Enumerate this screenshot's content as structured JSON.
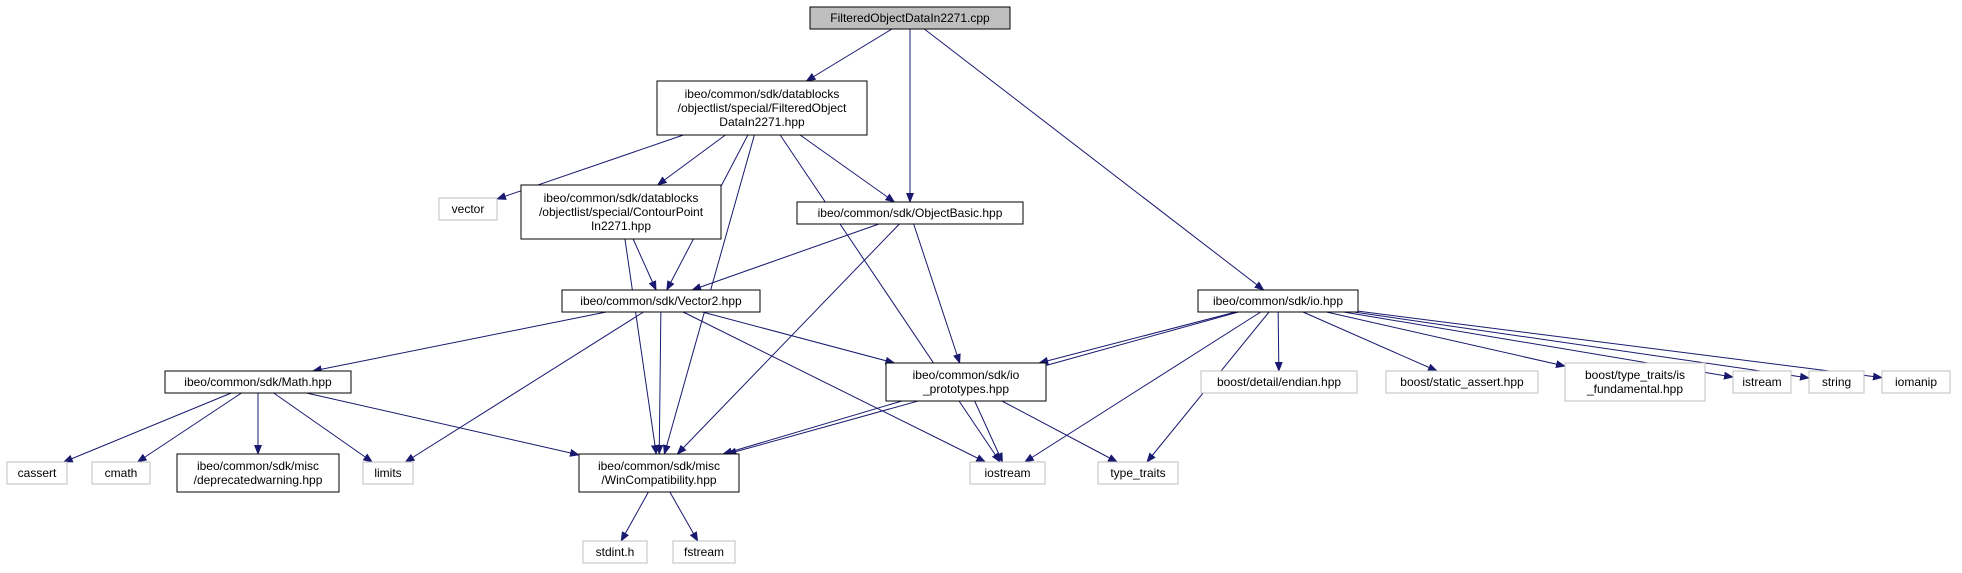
{
  "title": "FilteredObjectDataIn2271.cpp",
  "colors": {
    "edge": "#191970",
    "root_fill": "#bfbfbf",
    "local_border": "#000000",
    "system_border": "#bfbfbf"
  },
  "nodes": [
    {
      "id": "n0",
      "kind": "root",
      "lines": [
        "FilteredObjectDataIn2271.cpp"
      ]
    },
    {
      "id": "n1",
      "kind": "local",
      "lines": [
        "ibeo/common/sdk/datablocks",
        "/objectlist/special/FilteredObject",
        "DataIn2271.hpp"
      ]
    },
    {
      "id": "n2",
      "kind": "system",
      "lines": [
        "vector"
      ]
    },
    {
      "id": "n3",
      "kind": "local",
      "lines": [
        "ibeo/common/sdk/datablocks",
        "/objectlist/special/ContourPoint",
        "In2271.hpp"
      ]
    },
    {
      "id": "n4",
      "kind": "local",
      "lines": [
        "ibeo/common/sdk/ObjectBasic.hpp"
      ]
    },
    {
      "id": "n5",
      "kind": "local",
      "lines": [
        "ibeo/common/sdk/io.hpp"
      ]
    },
    {
      "id": "n6",
      "kind": "local",
      "lines": [
        "ibeo/common/sdk/Vector2.hpp"
      ]
    },
    {
      "id": "n7",
      "kind": "local",
      "lines": [
        "ibeo/common/sdk/Math.hpp"
      ]
    },
    {
      "id": "n8",
      "kind": "local",
      "lines": [
        "ibeo/common/sdk/io",
        "_prototypes.hpp"
      ]
    },
    {
      "id": "n9",
      "kind": "system",
      "lines": [
        "boost/detail/endian.hpp"
      ]
    },
    {
      "id": "n10",
      "kind": "system",
      "lines": [
        "boost/static_assert.hpp"
      ]
    },
    {
      "id": "n11",
      "kind": "system",
      "lines": [
        "boost/type_traits/is",
        "_fundamental.hpp"
      ]
    },
    {
      "id": "n12",
      "kind": "system",
      "lines": [
        "istream"
      ]
    },
    {
      "id": "n13",
      "kind": "system",
      "lines": [
        "string"
      ]
    },
    {
      "id": "n14",
      "kind": "system",
      "lines": [
        "iomanip"
      ]
    },
    {
      "id": "n15",
      "kind": "system",
      "lines": [
        "cassert"
      ]
    },
    {
      "id": "n16",
      "kind": "system",
      "lines": [
        "cmath"
      ]
    },
    {
      "id": "n17",
      "kind": "local",
      "lines": [
        "ibeo/common/sdk/misc",
        "/deprecatedwarning.hpp"
      ]
    },
    {
      "id": "n18",
      "kind": "system",
      "lines": [
        "limits"
      ]
    },
    {
      "id": "n19",
      "kind": "local",
      "lines": [
        "ibeo/common/sdk/misc",
        "/WinCompatibility.hpp"
      ]
    },
    {
      "id": "n20",
      "kind": "system",
      "lines": [
        "iostream"
      ]
    },
    {
      "id": "n21",
      "kind": "system",
      "lines": [
        "type_traits"
      ]
    },
    {
      "id": "n22",
      "kind": "system",
      "lines": [
        "stdint.h"
      ]
    },
    {
      "id": "n23",
      "kind": "system",
      "lines": [
        "fstream"
      ]
    }
  ],
  "edges": [
    [
      "n0",
      "n1"
    ],
    [
      "n0",
      "n4"
    ],
    [
      "n0",
      "n5"
    ],
    [
      "n1",
      "n19"
    ],
    [
      "n1",
      "n2"
    ],
    [
      "n1",
      "n3"
    ],
    [
      "n1",
      "n6"
    ],
    [
      "n1",
      "n4"
    ],
    [
      "n1",
      "n20"
    ],
    [
      "n3",
      "n6"
    ],
    [
      "n3",
      "n19"
    ],
    [
      "n4",
      "n6"
    ],
    [
      "n4",
      "n8"
    ],
    [
      "n4",
      "n19"
    ],
    [
      "n6",
      "n7"
    ],
    [
      "n6",
      "n18"
    ],
    [
      "n6",
      "n19"
    ],
    [
      "n6",
      "n8"
    ],
    [
      "n6",
      "n20"
    ],
    [
      "n7",
      "n15"
    ],
    [
      "n7",
      "n16"
    ],
    [
      "n7",
      "n17"
    ],
    [
      "n7",
      "n18"
    ],
    [
      "n7",
      "n19"
    ],
    [
      "n8",
      "n19"
    ],
    [
      "n8",
      "n20"
    ],
    [
      "n8",
      "n21"
    ],
    [
      "n5",
      "n19"
    ],
    [
      "n5",
      "n8"
    ],
    [
      "n5",
      "n20"
    ],
    [
      "n5",
      "n21"
    ],
    [
      "n5",
      "n9"
    ],
    [
      "n5",
      "n10"
    ],
    [
      "n5",
      "n11"
    ],
    [
      "n5",
      "n12"
    ],
    [
      "n5",
      "n13"
    ],
    [
      "n5",
      "n14"
    ],
    [
      "n19",
      "n22"
    ],
    [
      "n19",
      "n23"
    ]
  ]
}
